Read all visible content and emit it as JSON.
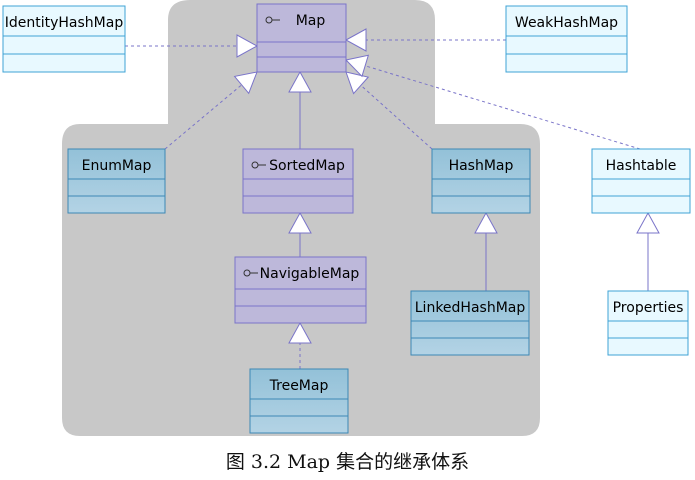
{
  "caption": "图 3.2    Map 集合的继承体系",
  "colors": {
    "group_bg": "#c8c8c8",
    "interface_fill": "#bdb8da",
    "class_fill_top": "#9ec5da",
    "class_fill_bottom": "#a8cce0",
    "outside_fill": "#e8f9ff",
    "stroke": "#7a74c9",
    "class_stroke": "#3d88b5",
    "outside_stroke": "#3fa3d6"
  },
  "nodes": [
    {
      "id": "map",
      "label": "Map",
      "kind": "interface",
      "icon": "interface-lollipop-icon"
    },
    {
      "id": "identityhashmap",
      "label": "IdentityHashMap",
      "kind": "outside"
    },
    {
      "id": "weakhashmap",
      "label": "WeakHashMap",
      "kind": "outside"
    },
    {
      "id": "enummap",
      "label": "EnumMap",
      "kind": "class"
    },
    {
      "id": "sortedmap",
      "label": "SortedMap",
      "kind": "interface",
      "icon": "interface-lollipop-icon"
    },
    {
      "id": "hashmap",
      "label": "HashMap",
      "kind": "class"
    },
    {
      "id": "hashtable",
      "label": "Hashtable",
      "kind": "outside"
    },
    {
      "id": "navigablemap",
      "label": "NavigableMap",
      "kind": "interface",
      "icon": "interface-lollipop-icon"
    },
    {
      "id": "linkedhashmap",
      "label": "LinkedHashMap",
      "kind": "class"
    },
    {
      "id": "properties",
      "label": "Properties",
      "kind": "outside"
    },
    {
      "id": "treemap",
      "label": "TreeMap",
      "kind": "class"
    }
  ],
  "edges": [
    {
      "from": "identityhashmap",
      "to": "map",
      "style": "realization"
    },
    {
      "from": "weakhashmap",
      "to": "map",
      "style": "realization"
    },
    {
      "from": "enummap",
      "to": "map",
      "style": "realization"
    },
    {
      "from": "sortedmap",
      "to": "map",
      "style": "generalization"
    },
    {
      "from": "hashmap",
      "to": "map",
      "style": "realization"
    },
    {
      "from": "hashtable",
      "to": "map",
      "style": "realization"
    },
    {
      "from": "navigablemap",
      "to": "sortedmap",
      "style": "generalization"
    },
    {
      "from": "treemap",
      "to": "navigablemap",
      "style": "realization"
    },
    {
      "from": "linkedhashmap",
      "to": "hashmap",
      "style": "generalization"
    },
    {
      "from": "properties",
      "to": "hashtable",
      "style": "generalization"
    }
  ]
}
